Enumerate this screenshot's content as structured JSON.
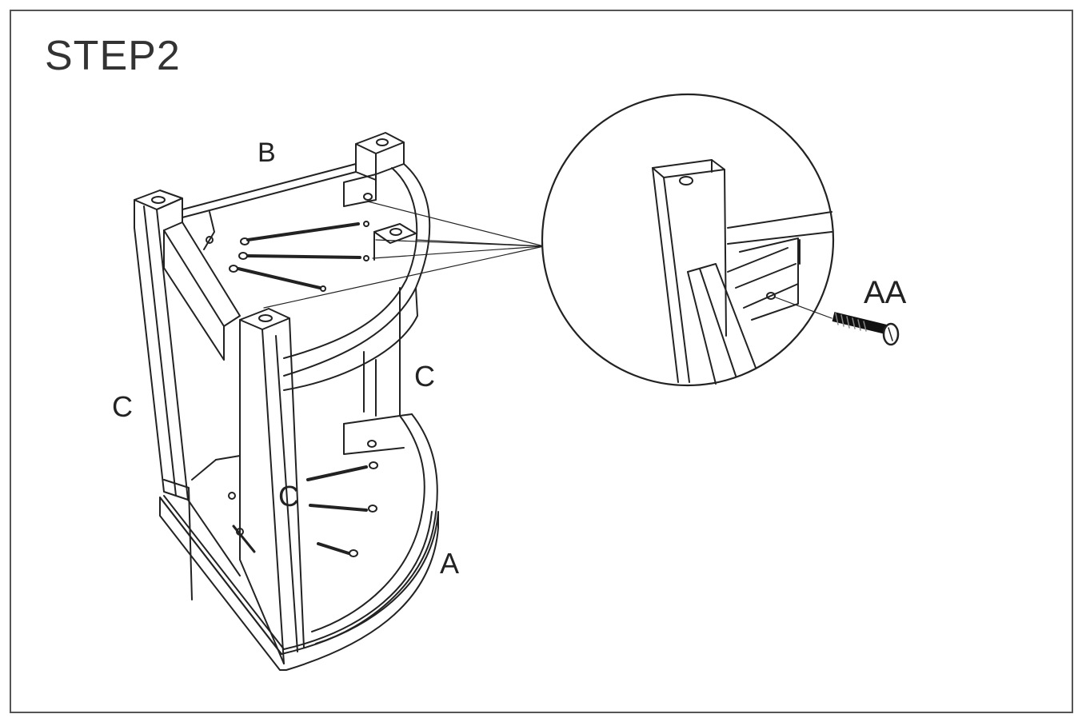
{
  "title": "STEP2",
  "labels": {
    "b": "B",
    "c_left": "C",
    "c_right": "C",
    "c_center": "C",
    "a": "A",
    "aa": "AA"
  }
}
